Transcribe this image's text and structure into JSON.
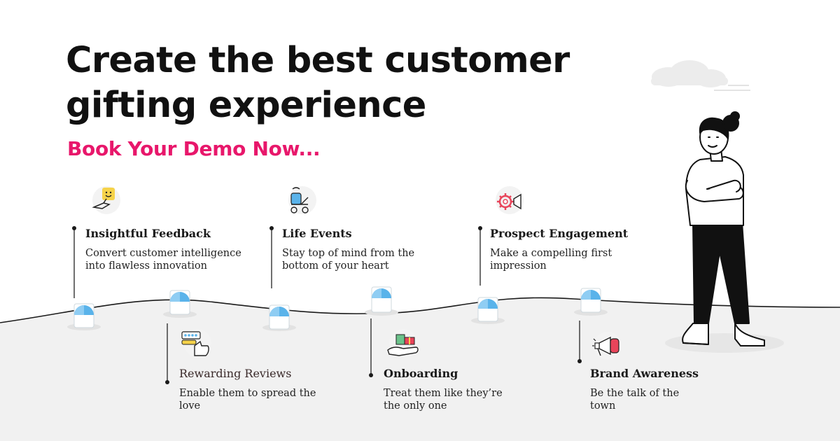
{
  "headline": {
    "line1": "Create the best customer",
    "line2": "gifting experience"
  },
  "cta": "Book Your Demo Now...",
  "colors": {
    "accent": "#e8176b",
    "text": "#111111",
    "gift_box": "#5ab3ea",
    "ground": "#f1f1f1"
  },
  "features": [
    {
      "title": "Insightful Feedback",
      "description": "Convert customer intelligence into flawless innovation",
      "icon": "feedback-icon"
    },
    {
      "title": "Life Events",
      "description": "Stay top of mind from the bottom of your heart",
      "icon": "stroller-icon"
    },
    {
      "title": "Prospect Engagement",
      "description": "Make a compelling first impression",
      "icon": "gear-megaphone-icon"
    },
    {
      "title": "Rewarding Reviews",
      "description": "Enable them to spread the love",
      "icon": "rating-thumbs-up-icon"
    },
    {
      "title": "Onboarding",
      "description": "Treat them like they’re the only one",
      "icon": "gift-hand-icon"
    },
    {
      "title": "Brand Awareness",
      "description": "Be the talk of the town",
      "icon": "megaphone-icon"
    }
  ]
}
